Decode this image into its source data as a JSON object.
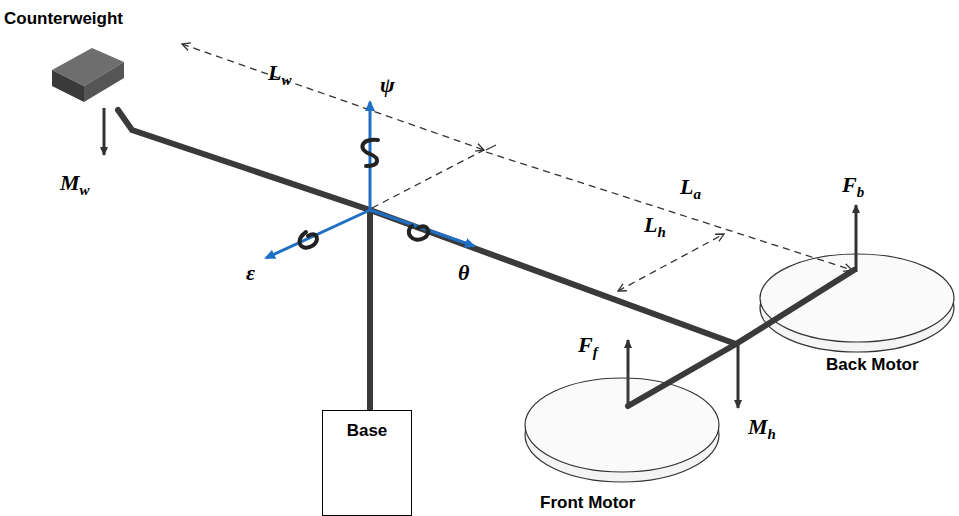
{
  "diagram": {
    "nodes": [
      {
        "text": [
          "Base"
        ]
      }
    ],
    "labels": [
      "Counterweight",
      "Lw",
      "ψ",
      "La",
      "Lh",
      "Fb",
      "Mw",
      "ε",
      "θ",
      "Ff",
      "Back Motor",
      "Mh",
      "Front Motor"
    ]
  }
}
